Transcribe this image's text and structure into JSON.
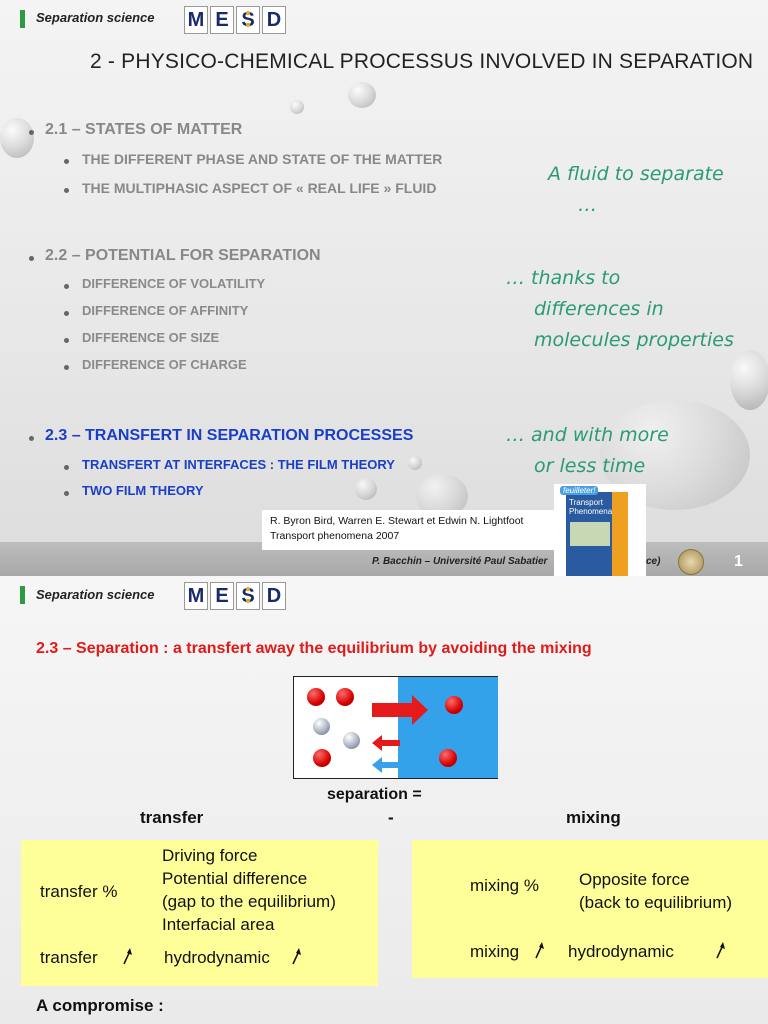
{
  "slide1": {
    "brand": "Separation science",
    "logo_letters": [
      "M",
      "E",
      "S",
      "D"
    ],
    "title": "2 - PHYSICO-CHEMICAL PROCESSUS INVOLVED IN SEPARATION",
    "s21": "2.1 –  STATES OF MATTER",
    "s21_items": [
      "THE DIFFERENT PHASE AND STATE OF THE MATTER",
      "THE MULTIPHASIC ASPECT OF « REAL LIFE » FLUID"
    ],
    "s22": "2.2 – POTENTIAL FOR SEPARATION",
    "s22_items": [
      "DIFFERENCE OF VOLATILITY",
      "DIFFERENCE OF AFFINITY",
      "DIFFERENCE OF SIZE",
      "DIFFERENCE OF CHARGE"
    ],
    "s23": "2.3 – TRANSFERT IN SEPARATION PROCESSES",
    "s23_items": [
      "TRANSFERT AT INTERFACES : THE FILM THEORY",
      "TWO FILM THEORY"
    ],
    "hand1_line1": "A fluid to separate",
    "hand1_line2": "…",
    "hand2_line1": "… thanks to",
    "hand2_line2": "differences in",
    "hand2_line3": "molecules properties",
    "hand3_line1": "…  and with more",
    "hand3_line2": "or less time",
    "ref_line1": "R. Byron Bird, Warren E. Stewart et Edwin N. Lightfoot",
    "ref_line2": "Transport phenomena 2007",
    "book_badge": "feuilleter!",
    "book_title": "Transport Phenomena",
    "footer": "P. Bacchin – Université Paul Sabatier",
    "footer_tail": "ce)",
    "page_number": "1"
  },
  "slide2": {
    "brand": "Separation science",
    "logo_letters": [
      "M",
      "E",
      "S",
      "D"
    ],
    "title": "2.3 – Separation  : a transfert away the equilibrium by avoiding the mixing",
    "separation_eq": "separation =",
    "transfer_label": "transfer",
    "minus": "-",
    "mixing_label": "mixing",
    "left_box": {
      "label": "transfer %",
      "lines": [
        "Driving force",
        "Potential difference",
        "(gap to the equilibrium)",
        "Interfacial area"
      ],
      "bottom_left": "transfer",
      "bottom_right": "hydrodynamic"
    },
    "right_box": {
      "label": "mixing %",
      "lines": [
        "Opposite force",
        "(back to equilibrium)"
      ],
      "bottom_left": "mixing",
      "bottom_right": "hydrodynamic"
    },
    "compromise": "A compromise :",
    "colors": {
      "red_title": "#e11a1a",
      "blue_panel": "#34a2ea",
      "yellow_box": "#ffff9a",
      "hand_green": "#2a9a78",
      "blue_section": "#1a3fc7"
    }
  }
}
